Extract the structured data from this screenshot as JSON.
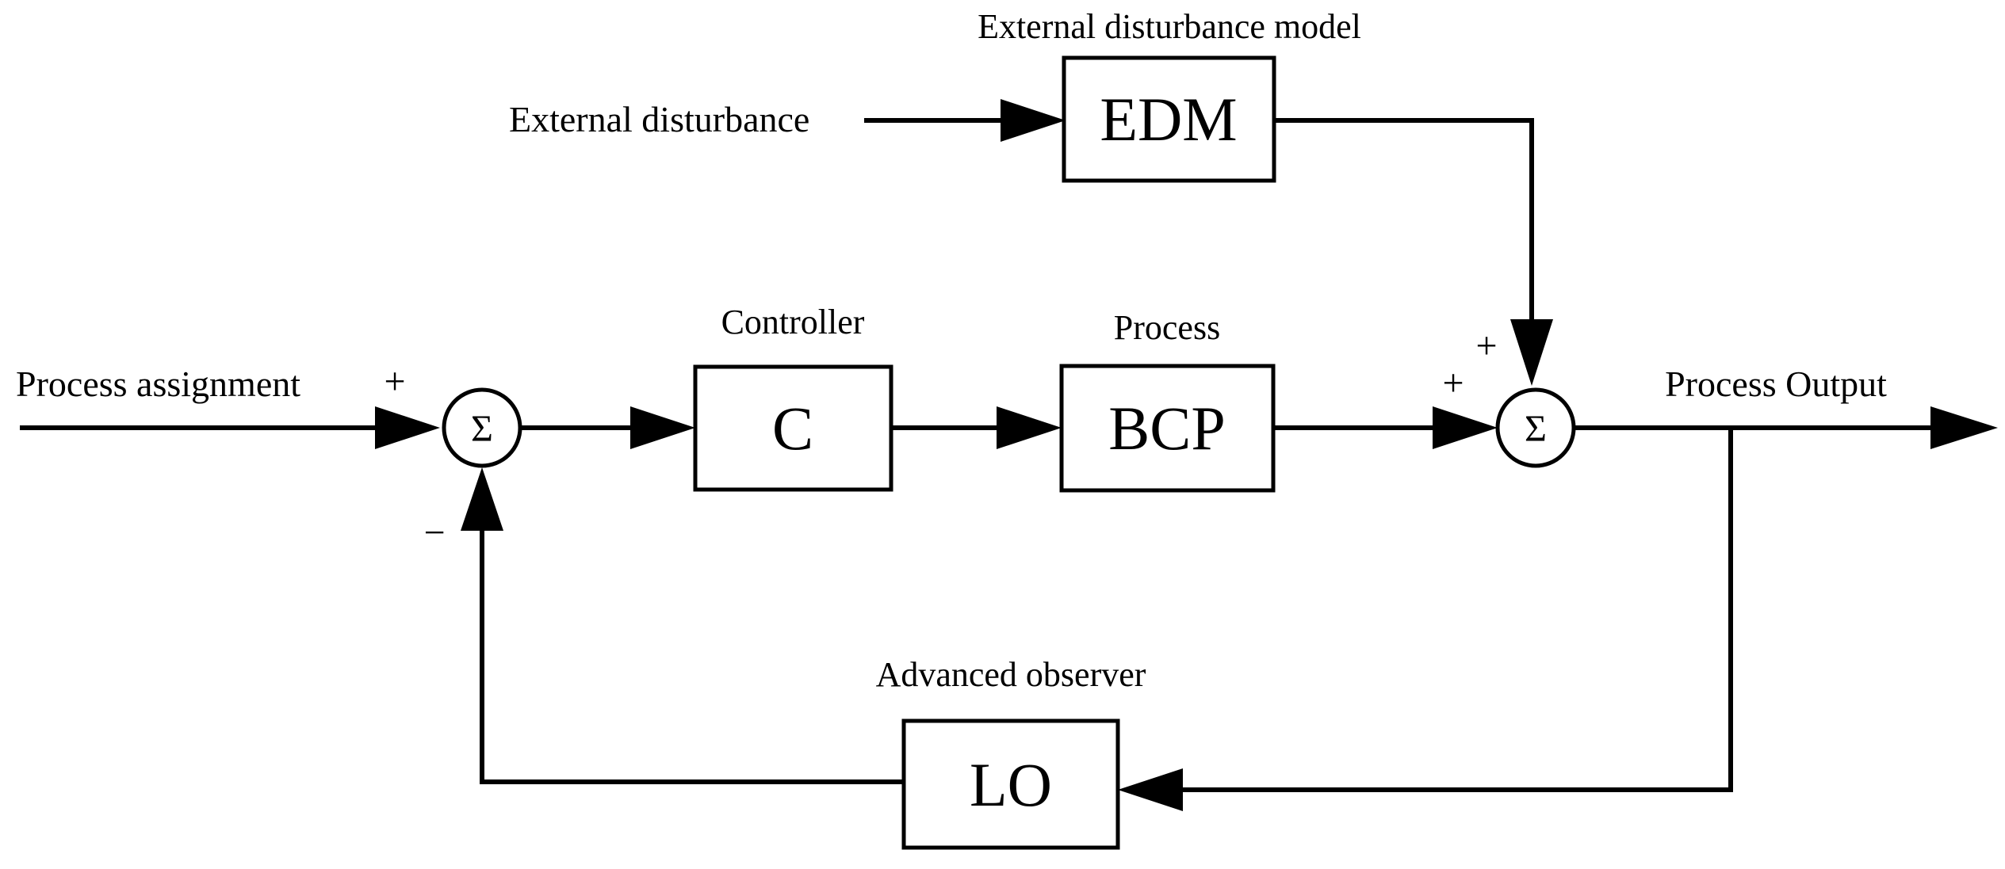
{
  "diagram": {
    "inputs": {
      "process_assignment": "Process assignment",
      "external_disturbance": "External disturbance"
    },
    "output_label": "Process Output",
    "blocks": {
      "edm": {
        "text": "EDM",
        "caption": "External disturbance model"
      },
      "controller": {
        "text": "C",
        "caption": "Controller"
      },
      "process": {
        "text": "BCP",
        "caption": "Process"
      },
      "observer": {
        "text": "LO",
        "caption": "Advanced observer"
      }
    },
    "summers": {
      "left": {
        "symbol": "Σ",
        "sign_input": "+",
        "sign_feedback": "−"
      },
      "right": {
        "symbol": "Σ",
        "sign_process": "+",
        "sign_disturbance": "+"
      }
    }
  }
}
